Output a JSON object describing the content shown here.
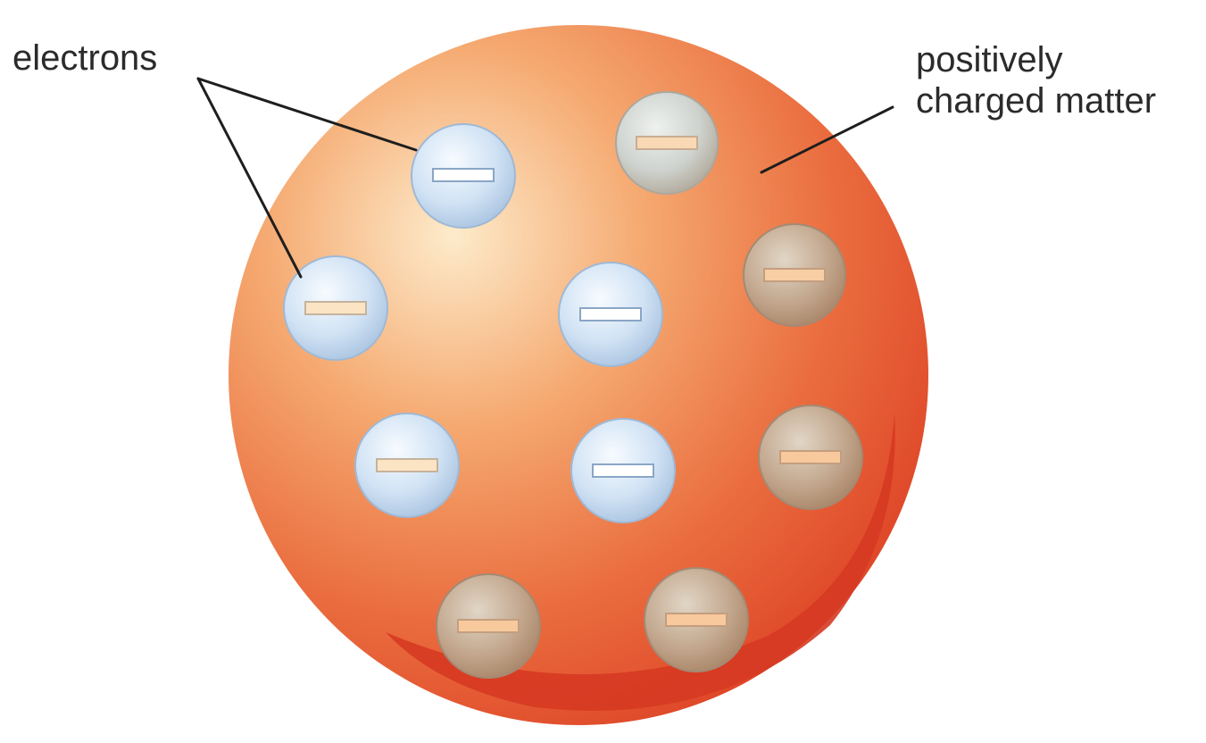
{
  "labels": {
    "electrons": "electrons",
    "positive_line1": "positively",
    "positive_line2": "charged matter"
  },
  "colors": {
    "positive_sphere": "#e4472b",
    "sphere_highlight": "#fde9c9",
    "electron": "#c9dcef",
    "electron_shaded": "#b89c85",
    "leader_line": "#1e1e1e"
  },
  "diagram": {
    "electron_count": 10,
    "electron_symbol": "minus-sign"
  }
}
